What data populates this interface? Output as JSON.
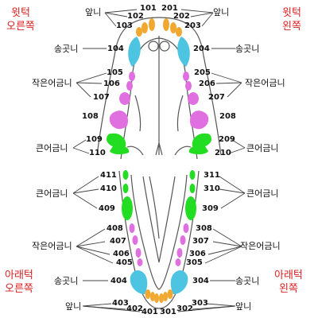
{
  "colors": {
    "incisor": "#f0a830",
    "canine": "#4cc4e2",
    "premolar": "#e070e0",
    "molar": "#22dd22",
    "quadrant_label": "#d92020",
    "line": "#444444"
  },
  "quadrants": {
    "upper_right": [
      "윗턱",
      "오른쪽"
    ],
    "upper_left": [
      "윗턱",
      "왼쪽"
    ],
    "lower_right": [
      "아래턱",
      "오른쪽"
    ],
    "lower_left": [
      "아래턱",
      "왼쪽"
    ]
  },
  "labels": {
    "incisor": "앞니",
    "canine": "송곳니",
    "premolar": "작은어금니",
    "molar": "큰어금니"
  },
  "teeth": {
    "upper_right": [
      "101",
      "102",
      "103",
      "104",
      "105",
      "106",
      "107",
      "108",
      "109",
      "110"
    ],
    "upper_left": [
      "201",
      "202",
      "203",
      "204",
      "205",
      "206",
      "207",
      "208",
      "209",
      "210"
    ],
    "lower_left": [
      "301",
      "302",
      "303",
      "304",
      "305",
      "306",
      "307",
      "308",
      "309",
      "310",
      "311"
    ],
    "lower_right": [
      "401",
      "402",
      "403",
      "404",
      "405",
      "406",
      "407",
      "408",
      "409",
      "410",
      "411"
    ]
  }
}
